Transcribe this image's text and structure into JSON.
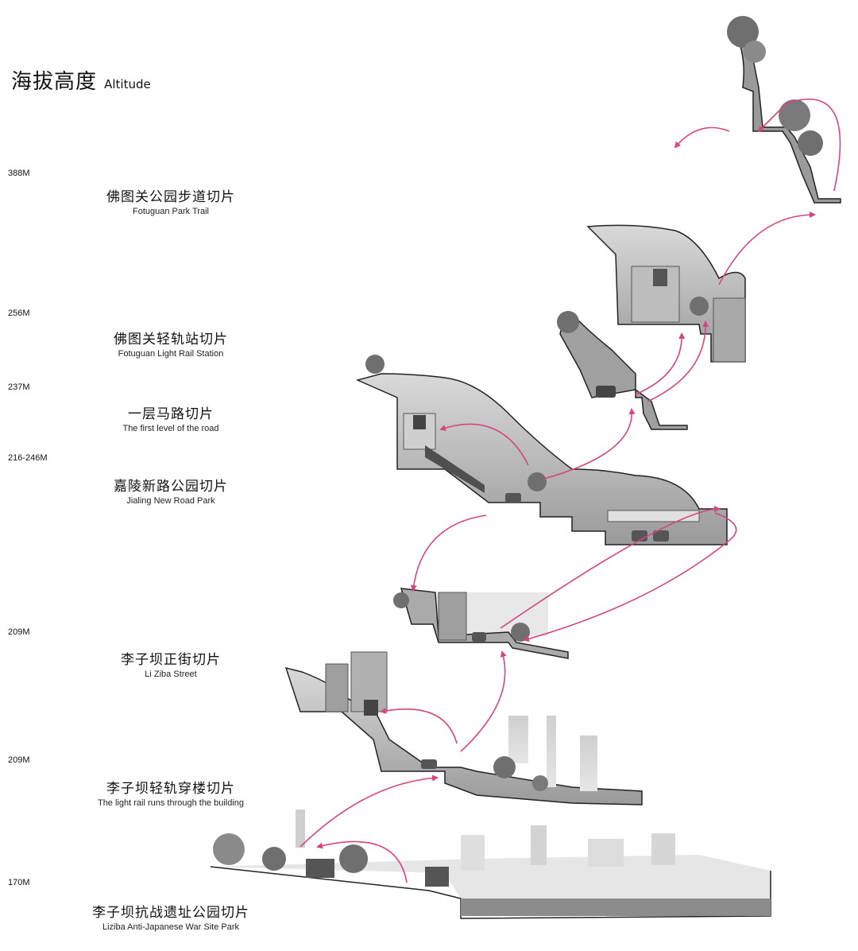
{
  "header": {
    "title_zh": "海拔高度",
    "title_en": "Altitude"
  },
  "altitudes": [
    "388M",
    "256M",
    "237M",
    "216-246M",
    "209M",
    "209M",
    "170M"
  ],
  "sections": [
    {
      "zh": "佛图关公园步道切片",
      "en": "Fotuguan Park Trail"
    },
    {
      "zh": "佛图关轻轨站切片",
      "en": "Fotuguan Light Rail Station"
    },
    {
      "zh": "一层马路切片",
      "en": "The first level of the road"
    },
    {
      "zh": "嘉陵新路公园切片",
      "en": "Jialing New Road Park"
    },
    {
      "zh": "李子坝正街切片",
      "en": "Li Ziba Street"
    },
    {
      "zh": "李子坝轻轨穿楼切片",
      "en": "The light rail runs through the building"
    },
    {
      "zh": "李子坝抗战遗址公园切片",
      "en": "Liziba Anti-Japanese War Site Park"
    }
  ],
  "colors": {
    "arrow": "#d6457e",
    "terrain": "#8c8c8c",
    "foliage": "#6f6f6f",
    "building": "#a9a9a9",
    "line": "#222222"
  }
}
